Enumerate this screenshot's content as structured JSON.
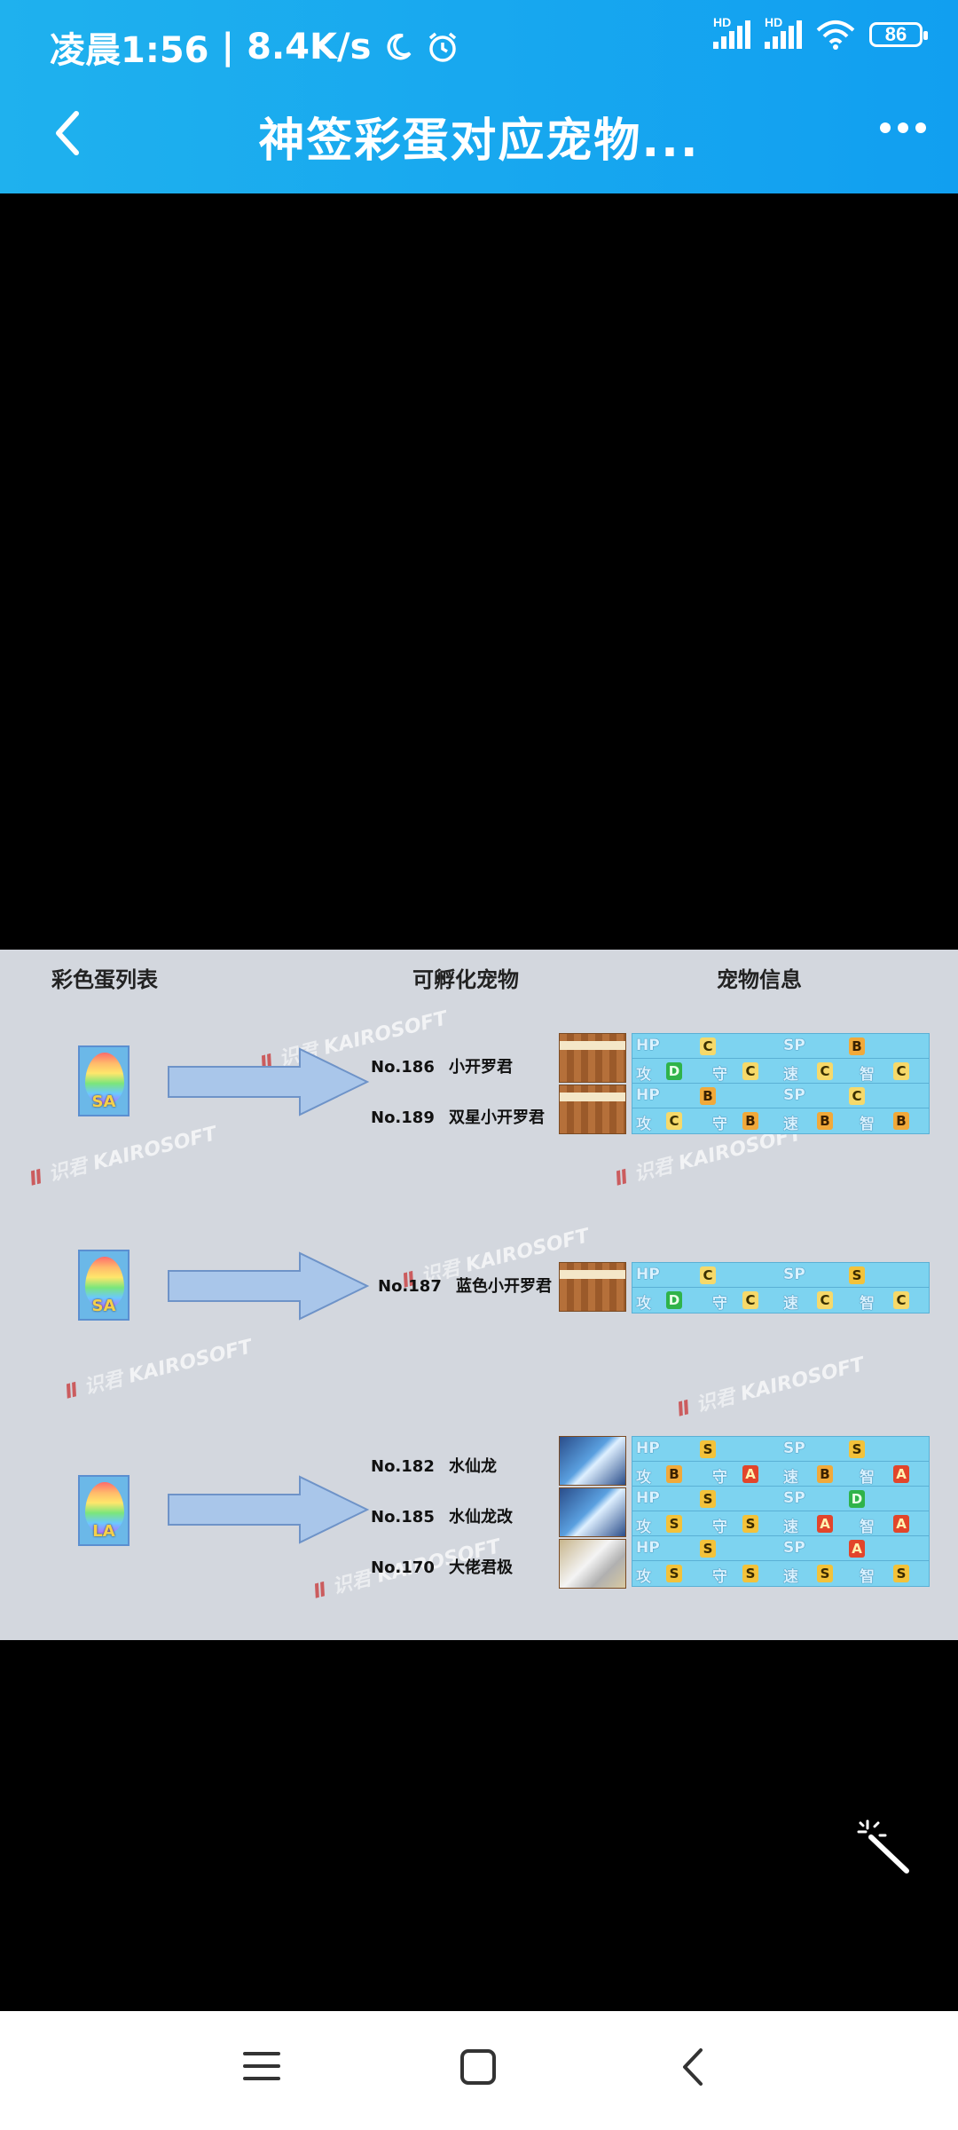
{
  "status_bar": {
    "time": "凌晨1:56",
    "net_speed": "8.4K/s",
    "signal_1": "HD",
    "signal_2": "HD",
    "battery": "86"
  },
  "header": {
    "title": "神签彩蛋对应宠物..."
  },
  "image": {
    "headers": {
      "eggs": "彩色蛋列表",
      "pets": "可孵化宠物",
      "info": "宠物信息"
    },
    "groups": [
      {
        "egg_label": "SA",
        "pets": [
          {
            "no": "No.186",
            "name": "小开罗君",
            "hp": "C",
            "sp": "B",
            "atk": "D",
            "def": "C",
            "spd": "C",
            "int": "C",
            "sprite": "room"
          },
          {
            "no": "No.189",
            "name": "双星小开罗君",
            "hp": "B",
            "sp": "C",
            "atk": "C",
            "def": "B",
            "spd": "B",
            "int": "B",
            "sprite": "room"
          }
        ]
      },
      {
        "egg_label": "SA",
        "pets": [
          {
            "no": "No.187",
            "name": "蓝色小开罗君",
            "hp": "C",
            "sp": "S",
            "atk": "D",
            "def": "C",
            "spd": "C",
            "int": "C",
            "sprite": "room"
          }
        ]
      },
      {
        "egg_label": "LA",
        "pets": [
          {
            "no": "No.182",
            "name": "水仙龙",
            "hp": "S",
            "sp": "S",
            "atk": "B",
            "def": "A",
            "spd": "B",
            "int": "A",
            "sprite": "dragon"
          },
          {
            "no": "No.185",
            "name": "水仙龙改",
            "hp": "S",
            "sp": "D",
            "atk": "S",
            "def": "S",
            "spd": "A",
            "int": "A",
            "sprite": "dragon"
          },
          {
            "no": "No.170",
            "name": "大佬君极",
            "hp": "S",
            "sp": "A",
            "atk": "S",
            "def": "S",
            "spd": "S",
            "int": "S",
            "sprite": "ghost"
          }
        ]
      }
    ],
    "stat_labels": {
      "hp": "HP",
      "sp": "SP",
      "atk": "攻",
      "def": "守",
      "spd": "速",
      "int": "智"
    },
    "watermark": {
      "brand": "KAIROSOFT",
      "cn": "识君"
    }
  },
  "colors": {
    "topbar": "#17a8ef",
    "viewer_bg": "#000000",
    "image_bg": "#d3d7de"
  },
  "icons": [
    "back-arrow-icon",
    "more-icon",
    "moon-icon",
    "alarm-icon",
    "wifi-icon",
    "battery-icon",
    "magic-wand-icon",
    "menu-icon",
    "home-icon",
    "back-icon"
  ]
}
